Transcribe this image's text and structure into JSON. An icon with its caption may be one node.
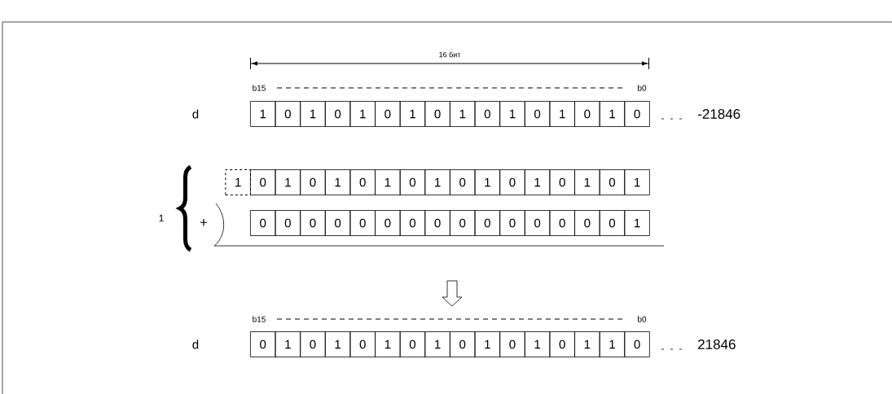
{
  "diagram": {
    "labels": [
      "16 бит",
      "b15",
      "b0",
      "d",
      "1",
      "0",
      "1",
      "0",
      "1",
      "0",
      "1",
      "0",
      "1",
      "0",
      "1",
      "0",
      "1",
      "0",
      "1",
      "0",
      "-21846",
      "1",
      "0",
      "1",
      "0",
      "1",
      "0",
      "1",
      "0",
      "1",
      "0",
      "1",
      "0",
      "1",
      "0",
      "1",
      "0",
      "1",
      "1",
      "+",
      "0",
      "0",
      "0",
      "0",
      "0",
      "0",
      "0",
      "0",
      "0",
      "0",
      "0",
      "0",
      "0",
      "0",
      "0",
      "1",
      "b15",
      "b0",
      "d",
      "0",
      "1",
      "0",
      "1",
      "0",
      "1",
      "0",
      "1",
      "0",
      "1",
      "0",
      "1",
      "0",
      "1",
      "1",
      "0",
      "21846"
    ]
  }
}
